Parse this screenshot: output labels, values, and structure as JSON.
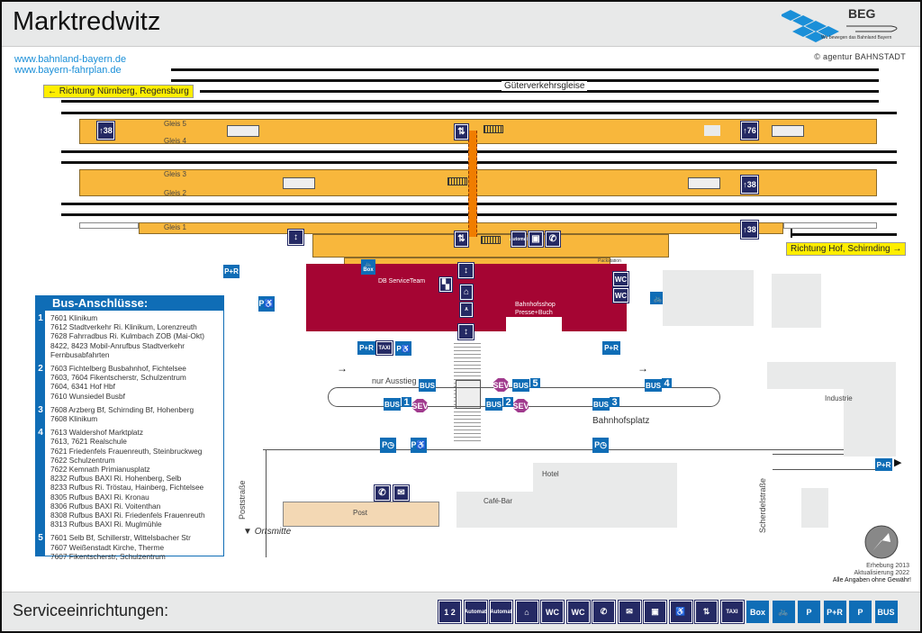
{
  "header": {
    "title": "Marktredwitz",
    "logo_text": "BEG",
    "logo_slogan": "Wir bewegen das Bahnland Bayern",
    "copyright": "© agentur BAHNSTADT"
  },
  "links": [
    "www.bahnland-bayern.de",
    "www.bayern-fahrplan.de"
  ],
  "directions": {
    "west": "← Richtung Nürnberg, Regensburg",
    "east": "Richtung Hof, Schirnding →",
    "town": "Ortsmitte"
  },
  "tracks": {
    "freight_label": "Güterverkehrsgleise",
    "platforms": [
      {
        "labels": [
          "Gleis 5",
          "Gleis 4"
        ],
        "exits": [
          "38",
          "76"
        ]
      },
      {
        "labels": [
          "Gleis 3",
          "Gleis 2"
        ],
        "exits": [
          "38"
        ]
      },
      {
        "labels": [
          "Gleis 1"
        ],
        "exits": [
          "38"
        ]
      }
    ]
  },
  "station": {
    "service_team": "DB ServiceTeam",
    "shop": [
      "Bahnhofsshop",
      "Presse+Buch"
    ],
    "packstation": "Packstation",
    "automat_label": "Automat",
    "bike_box": "Box"
  },
  "square": {
    "nur_ausstieg": "nur Ausstieg",
    "bahnhofsplatz": "Bahnhofsplatz",
    "bus_label": "BUS",
    "sev_label": "SEV",
    "stops": [
      "1",
      "2",
      "3",
      "4",
      "5"
    ],
    "taxi": "TAXI",
    "pr": "P+R",
    "p": "P"
  },
  "streets": {
    "poststrasse": "Poststraße",
    "scherdelstrasse": "Scherdelstraße"
  },
  "buildings": {
    "post": "Post",
    "cafe": "Café-Bar",
    "hotel": "Hotel",
    "industrie": "Industrie"
  },
  "bus_connections": {
    "title": "Bus-Anschlüsse:",
    "groups": [
      {
        "stop": "1",
        "lines": [
          "7601 Klinikum",
          "7612 Stadtverkehr Ri. Klinikum, Lorenzreuth",
          "7628 Fahrradbus Ri. Kulmbach ZOB (Mai-Okt)",
          "8422, 8423 Mobil-Anrufbus Stadtverkehr",
          "Fernbusabfahrten"
        ]
      },
      {
        "stop": "2",
        "lines": [
          "7603 Fichtelberg Busbahnhof, Fichtelsee",
          "7603, 7604 Fikentscherstr, Schulzentrum",
          "7604, 6341 Hof Hbf",
          "7610 Wunsiedel Busbf"
        ]
      },
      {
        "stop": "3",
        "lines": [
          "7608 Arzberg Bf, Schirnding Bf, Hohenberg",
          "7608 Klinikum"
        ]
      },
      {
        "stop": "4",
        "lines": [
          "7613 Waldershof Marktplatz",
          "7613, 7621 Realschule",
          "7621 Friedenfels Frauenreuth, Steinbruckweg",
          "7622 Schulzentrum",
          "7622 Kemnath Primianusplatz",
          "8232 Rufbus BAXI Ri. Hohenberg, Selb",
          "8233 Rufbus Ri. Tröstau, Hainberg, Fichtelsee",
          "8305 Rufbus BAXI Ri. Kronau",
          "8306 Rufbus BAXI Ri. Voitenthan",
          "8308 Rufbus BAXI Ri. Friedenfels Frauenreuth",
          "8313 Rufbus BAXI Ri. Muglmühle"
        ]
      },
      {
        "stop": "5",
        "lines": [
          "7601 Selb Bf, Schillerstr, Wittelsbacher Str",
          "7607 Weißenstadt Kirche, Therme",
          "7607 Fikentscherstr, Schulzentrum"
        ]
      }
    ]
  },
  "credits": {
    "survey": "Erhebung 2013",
    "update": "Aktualisierung 2022",
    "disclaimer": "Alle Angaben ohne Gewähr!"
  },
  "footer": {
    "title": "Serviceeinrichtungen:",
    "icons": [
      {
        "name": "ticket-machine-icon",
        "label": "1 2"
      },
      {
        "name": "ticket-machine-long-distance-icon",
        "label": "Automat"
      },
      {
        "name": "ticket-machine-local-icon",
        "label": "Automat"
      },
      {
        "name": "waiting-room-icon",
        "label": ""
      },
      {
        "name": "accessible-wc-icon",
        "label": "WC"
      },
      {
        "name": "wc-icon",
        "label": "WC"
      },
      {
        "name": "phone-icon",
        "label": ""
      },
      {
        "name": "mail-icon",
        "label": ""
      },
      {
        "name": "locker-icon",
        "label": ""
      },
      {
        "name": "mobility-service-icon",
        "label": ""
      },
      {
        "name": "elevator-icon",
        "label": ""
      },
      {
        "name": "taxi-icon",
        "label": "TAXI"
      },
      {
        "name": "bike-box-icon",
        "label": "Box"
      },
      {
        "name": "bike-parking-icon",
        "label": ""
      },
      {
        "name": "disabled-parking-icon",
        "label": "P"
      },
      {
        "name": "park-and-ride-icon",
        "label": "P+R"
      },
      {
        "name": "short-term-parking-icon",
        "label": "P"
      },
      {
        "name": "bus-icon",
        "label": "BUS"
      }
    ]
  },
  "colors": {
    "platform": "#f8b73c",
    "station": "#a50533",
    "dark_icon": "#252a64",
    "blue_icon": "#0f6db6",
    "sev": "#a03a8d",
    "underpass": "#f07d00",
    "direction_label": "#ffee00"
  }
}
